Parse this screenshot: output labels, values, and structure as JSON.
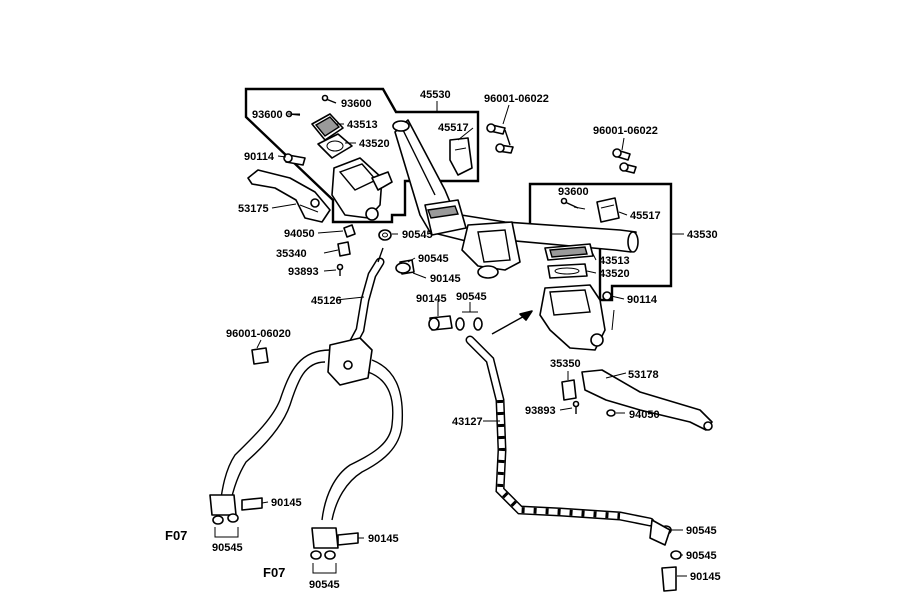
{
  "labels": {
    "p45530": "45530",
    "p96001_06022_a": "96001-06022",
    "p96001_06022_b": "96001-06022",
    "p93600_a": "93600",
    "p93600_b": "93600",
    "p93600_c": "93600",
    "p43513_a": "43513",
    "p43513_b": "43513",
    "p43520_a": "43520",
    "p43520_b": "43520",
    "p45517_a": "45517",
    "p45517_b": "45517",
    "p90114_a": "90114",
    "p90114_b": "90114",
    "p53175": "53175",
    "p94050_a": "94050",
    "p94050_b": "94050",
    "p90545_a": "90545",
    "p90545_b": "90545",
    "p90545_c": "90545",
    "p90545_d": "90545",
    "p90545_e": "90545",
    "p90545_f": "90545",
    "p90545_g": "90545",
    "p35340": "35340",
    "p35350": "35350",
    "p93893_a": "93893",
    "p93893_b": "93893",
    "p90145_a": "90145",
    "p90145_b": "90145",
    "p90145_c": "90145",
    "p90145_d": "90145",
    "p90145_e": "90145",
    "p45126": "45126",
    "p43530": "43530",
    "p96001_06020": "96001-06020",
    "p53178": "53178",
    "p43127": "43127",
    "f07_a": "F07",
    "f07_b": "F07"
  }
}
